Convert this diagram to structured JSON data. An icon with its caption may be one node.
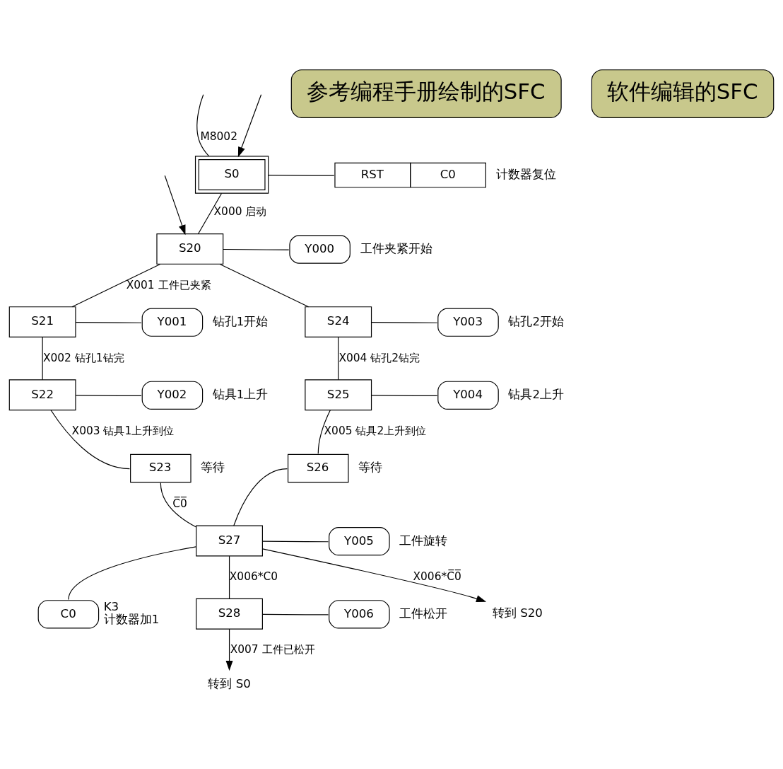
{
  "diagram": {
    "nodes": [
      {
        "text": [
          "S0"
        ]
      },
      {
        "text": [
          "RST",
          "C0"
        ],
        "beside": [
          "计数器复位"
        ]
      },
      {
        "text": [
          "S20"
        ]
      },
      {
        "text": [
          "Y000"
        ],
        "beside": [
          "工件夹紧开始"
        ]
      },
      {
        "text": [
          "S21"
        ]
      },
      {
        "text": [
          "Y001"
        ],
        "beside": [
          "钻孔1开始"
        ]
      },
      {
        "text": [
          "S24"
        ]
      },
      {
        "text": [
          "Y003"
        ],
        "beside": [
          "钻孔2开始"
        ]
      },
      {
        "text": [
          "S22"
        ]
      },
      {
        "text": [
          "Y002"
        ],
        "beside": [
          "钻具1上升"
        ]
      },
      {
        "text": [
          "S25"
        ]
      },
      {
        "text": [
          "Y004"
        ],
        "beside": [
          "钻具2上升"
        ]
      },
      {
        "text": [
          "S23"
        ],
        "beside": [
          "等待"
        ]
      },
      {
        "text": [
          "S26"
        ],
        "beside": [
          "等待"
        ]
      },
      {
        "text": [
          "S27"
        ]
      },
      {
        "text": [
          "Y005"
        ],
        "beside": [
          "工件旋转"
        ]
      },
      {
        "text": [
          "C0"
        ],
        "beside": [
          "K3",
          "计数器加1"
        ]
      },
      {
        "text": [
          "S28"
        ]
      },
      {
        "text": [
          "Y006"
        ],
        "beside": [
          "工件松开"
        ]
      },
      {
        "text": [
          "转到 S20"
        ]
      },
      {
        "text": [
          "转到 S0"
        ]
      },
      {
        "text": [
          "参考编程手册绘制的SFC"
        ]
      },
      {
        "text": [
          "软件编辑的SFC"
        ]
      }
    ],
    "edges": [
      {
        "from": null,
        "to": 0,
        "arrow": "none",
        "label": "M8002"
      },
      {
        "from": null,
        "to": 0,
        "arrow": "to"
      },
      {
        "from": 0,
        "to": 1,
        "arrow": "none"
      },
      {
        "from": 0,
        "to": 2,
        "arrow": "none",
        "label": "X000 启动"
      },
      {
        "from": null,
        "to": 2,
        "arrow": "to"
      },
      {
        "from": 2,
        "to": 3,
        "arrow": "none"
      },
      {
        "from": 2,
        "to": 4,
        "arrow": "none",
        "label": "X001 工件已夹紧"
      },
      {
        "from": 2,
        "to": 6,
        "arrow": "none"
      },
      {
        "from": 4,
        "to": 5,
        "arrow": "none"
      },
      {
        "from": 6,
        "to": 7,
        "arrow": "none"
      },
      {
        "from": 4,
        "to": 8,
        "arrow": "none",
        "label": "X002 钻孔1钻完"
      },
      {
        "from": 6,
        "to": 10,
        "arrow": "none",
        "label": "X004 钻孔2钻完"
      },
      {
        "from": 8,
        "to": 9,
        "arrow": "none"
      },
      {
        "from": 10,
        "to": 11,
        "arrow": "none"
      },
      {
        "from": 8,
        "to": 12,
        "arrow": "none",
        "label": "X003 钻具1上升到位"
      },
      {
        "from": 10,
        "to": 13,
        "arrow": "none",
        "label": "X005 钻具2上升到位"
      },
      {
        "from": 12,
        "to": 14,
        "arrow": "none",
        "label": "C̅0̅"
      },
      {
        "from": 13,
        "to": 14,
        "arrow": "none"
      },
      {
        "from": 14,
        "to": 15,
        "arrow": "none"
      },
      {
        "from": 14,
        "to": 16,
        "arrow": "none"
      },
      {
        "from": 14,
        "to": 17,
        "arrow": "none",
        "label": "X006*C0"
      },
      {
        "from": 14,
        "to": 19,
        "arrow": "to",
        "label": "X006*C̅0̅"
      },
      {
        "from": 17,
        "to": 18,
        "arrow": "none"
      },
      {
        "from": 17,
        "to": 20,
        "arrow": "to",
        "label": "X007 工件已松开"
      }
    ]
  }
}
